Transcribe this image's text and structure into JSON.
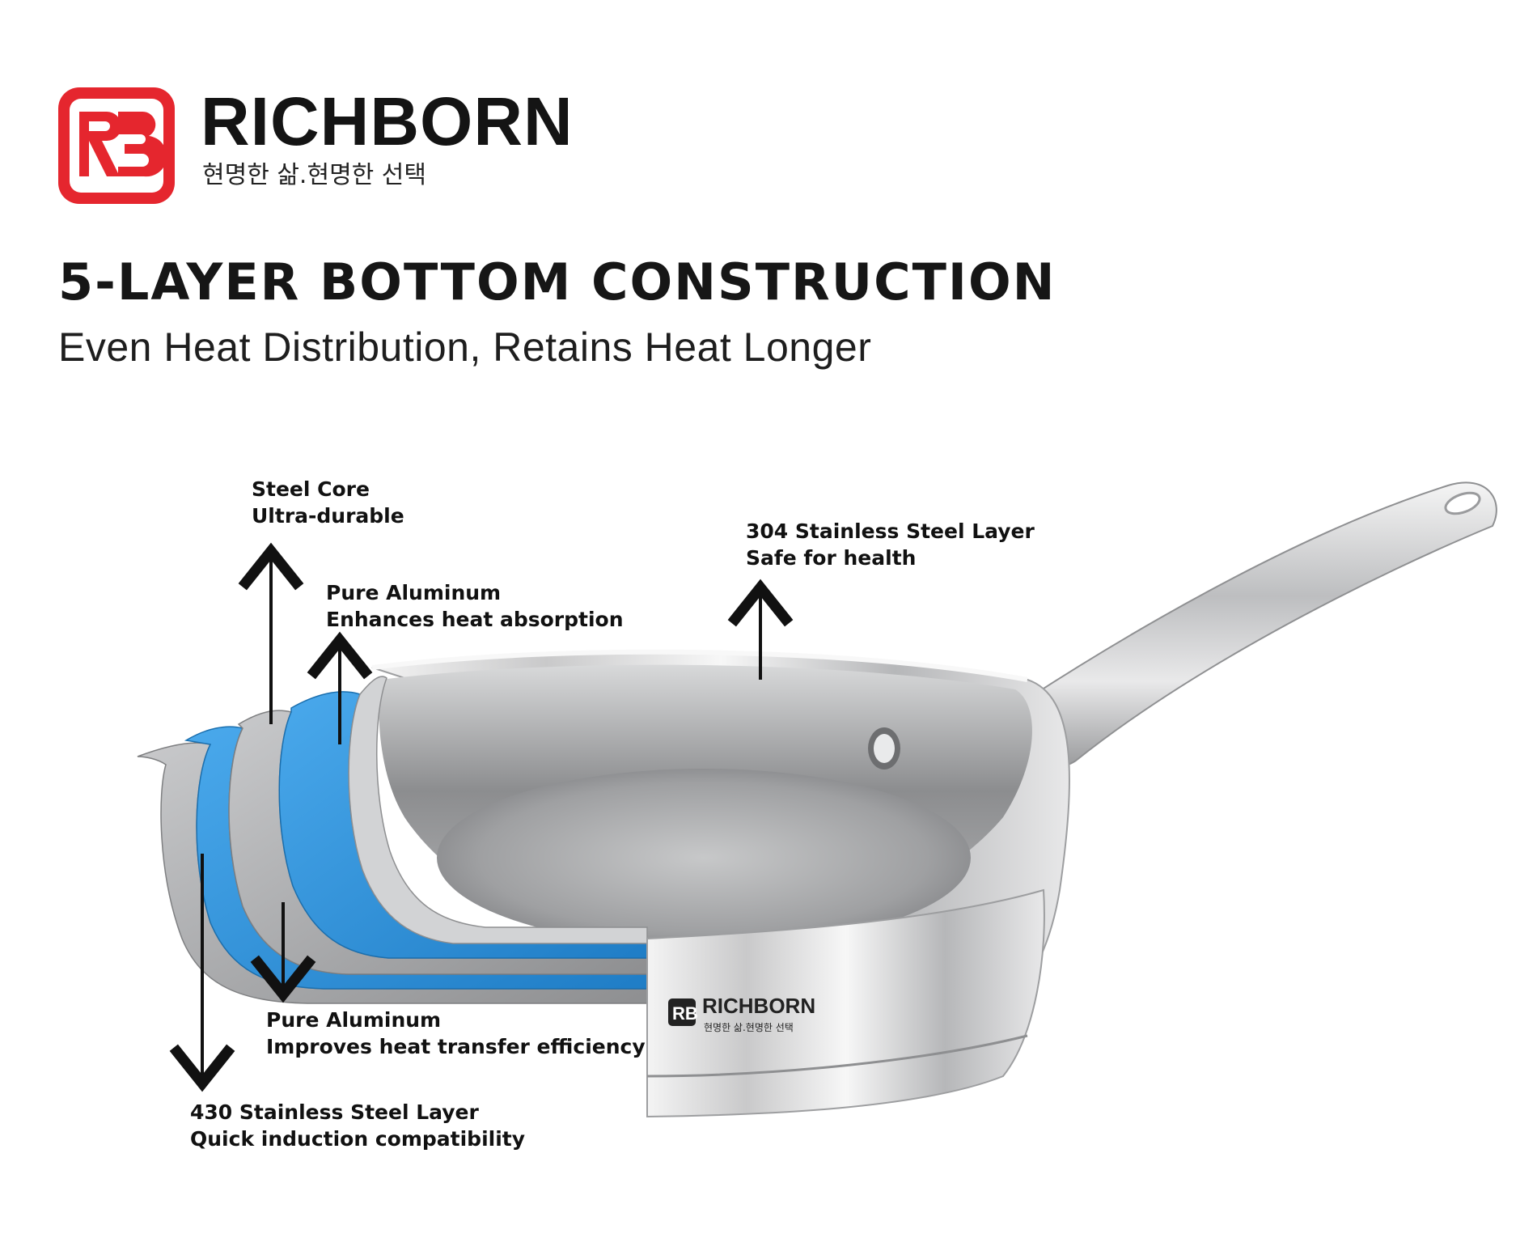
{
  "brand": {
    "logo_monogram": "RB",
    "name": "RICHBORN",
    "tagline": "현명한 삶.현명한 선택",
    "accent_color": "#e5262e"
  },
  "headline": "5-LAYER BOTTOM CONSTRUCTION",
  "subheadline": "Even Heat Distribution, Retains Heat Longer",
  "layers": {
    "steel_core": {
      "name": "Steel Core",
      "benefit": "Ultra-durable",
      "color": "#a9aaac"
    },
    "aluminum_upper": {
      "name": "Pure Aluminum",
      "benefit": "Enhances heat absorption",
      "color": "#2f92dc"
    },
    "stainless_304": {
      "name": "304 Stainless Steel Layer",
      "benefit": "Safe for health",
      "color": "#c9cacc"
    },
    "aluminum_lower": {
      "name": "Pure Aluminum",
      "benefit": "Improves heat transfer efficiency",
      "color": "#2f92dc"
    },
    "stainless_430": {
      "name": "430 Stainless Steel Layer",
      "benefit": "Quick induction compatibility",
      "color": "#9c9d9f"
    }
  },
  "pan_label": {
    "brand": "RICHBORN",
    "tagline": "현명한 삶.현명한 선택"
  }
}
